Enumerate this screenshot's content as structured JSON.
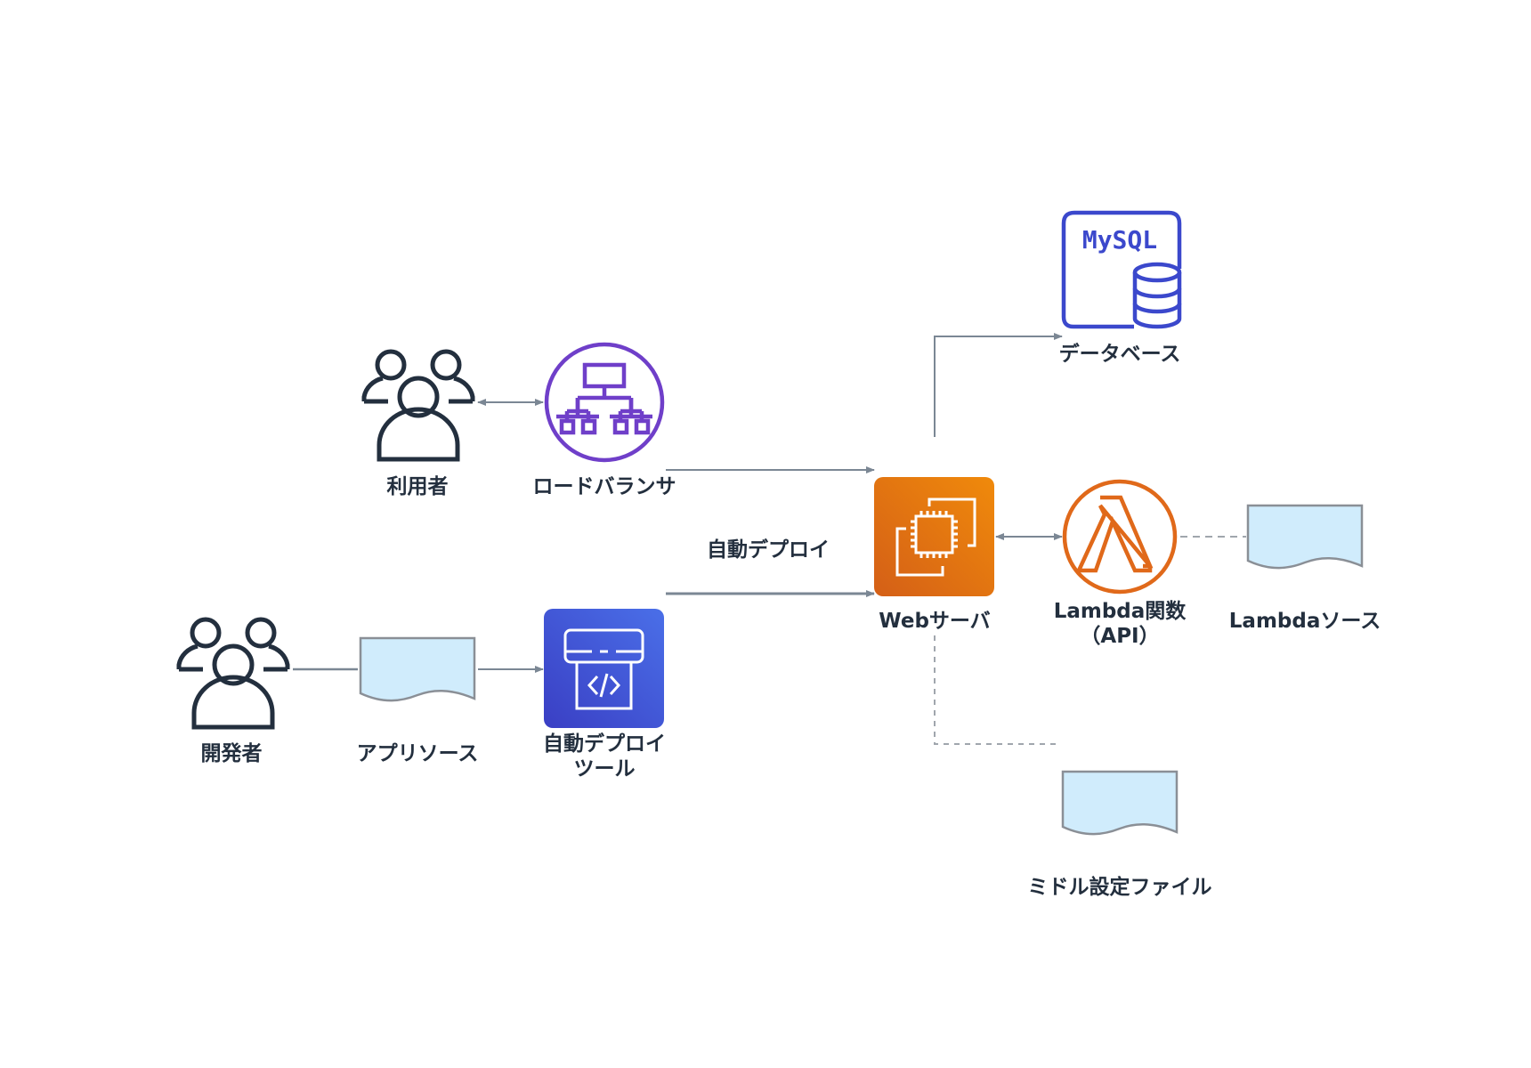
{
  "nodes": {
    "users": {
      "label": "利用者",
      "icon": "users-icon"
    },
    "load_balancer": {
      "label": "ロードバランサ",
      "icon": "load-balancer-icon"
    },
    "developers": {
      "label": "開発者",
      "icon": "users-icon"
    },
    "app_source": {
      "label": "アプリソース",
      "icon": "document-icon"
    },
    "deploy_tool": {
      "label_line1": "自動デプロイ",
      "label_line2": "ツール",
      "icon": "code-deploy-icon"
    },
    "web_server": {
      "label": "Webサーバ",
      "icon": "ec2-instance-icon"
    },
    "lambda": {
      "label_line1": "Lambda関数",
      "label_line2": "（API）",
      "icon": "lambda-icon"
    },
    "lambda_source": {
      "label": "Lambdaソース",
      "icon": "document-icon"
    },
    "database": {
      "label": "データベース",
      "icon_text": "MySQL",
      "icon": "mysql-database-icon"
    },
    "middleware_config": {
      "label": "ミドル設定ファイル",
      "icon": "document-icon"
    }
  },
  "edges": {
    "auto_deploy_label": "自動デプロイ"
  },
  "colors": {
    "line": "#7b8794",
    "text": "#232f3e",
    "lb": "#6f3fc9",
    "deploy_top": "#4a6fe8",
    "deploy_bottom": "#3a3fc4",
    "ec2_top": "#f08a0b",
    "ec2_bottom": "#d45f17",
    "lambda": "#e0691a",
    "mysql": "#3b48cc",
    "doc_fill": "#d0ecfc",
    "doc_stroke": "#8a8f96"
  }
}
